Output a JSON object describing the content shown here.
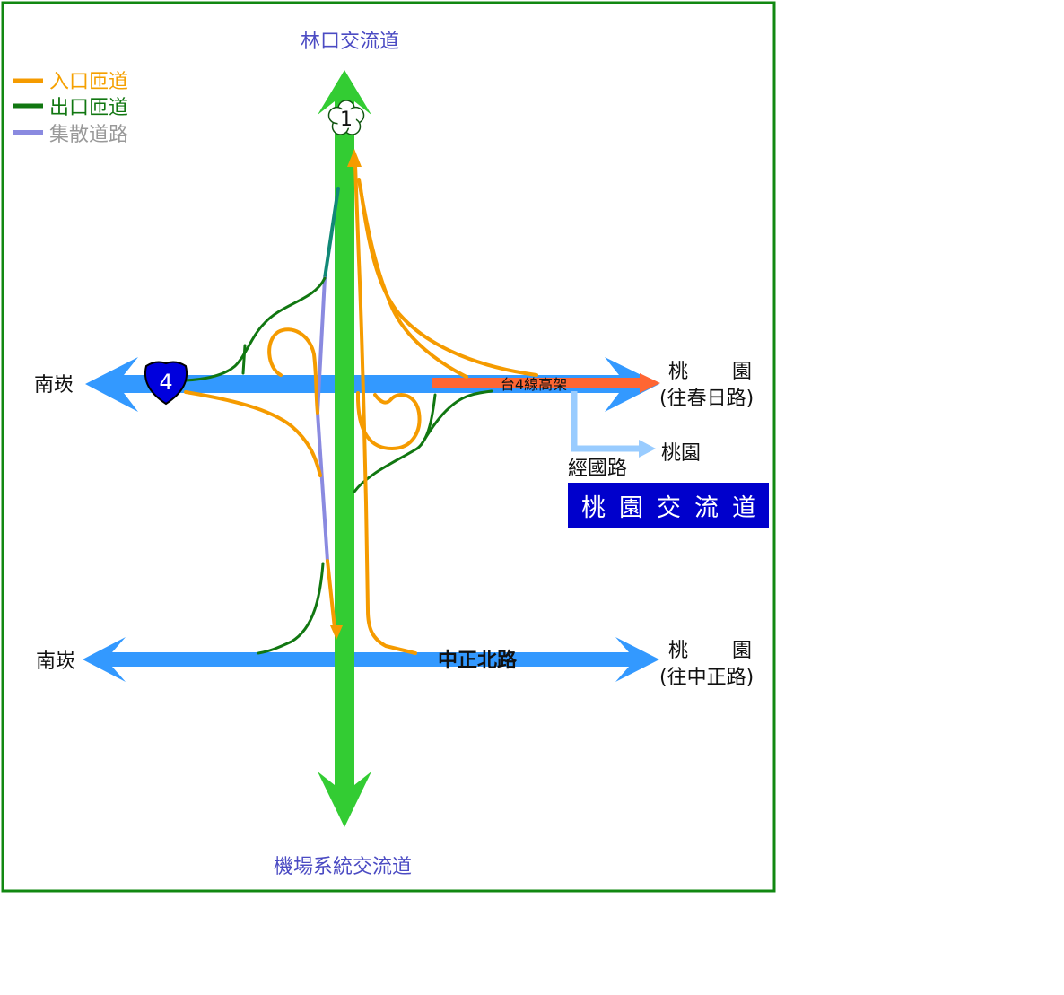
{
  "north_label": "林口交流道",
  "south_label": "機場系統交流道",
  "legend": [
    {
      "label": "入口匝道",
      "color": "#f59b00"
    },
    {
      "label": "出口匝道",
      "color": "#117711"
    },
    {
      "label": "集散道路",
      "color": "#8a8ae0",
      "text_color": "#999999"
    }
  ],
  "freeway_shield": "1",
  "provincial_shield": "4",
  "road_upper": {
    "west": "南崁",
    "east_line1": "桃園",
    "east_line2": "(往春日路)",
    "viaduct": "台4線高架"
  },
  "branch": {
    "name": "經國路",
    "destination": "桃園"
  },
  "interchange_name": "桃園交流道",
  "road_lower": {
    "name": "中正北路",
    "west": "南崁",
    "east_line1": "桃園",
    "east_line2": "(往中正路)"
  },
  "colors": {
    "freeway": "#33cc33",
    "road": "#3399ff",
    "viaduct": "#ff6633",
    "branch": "#99ccff",
    "interchange_box": "#0000cc",
    "border": "#118811"
  }
}
